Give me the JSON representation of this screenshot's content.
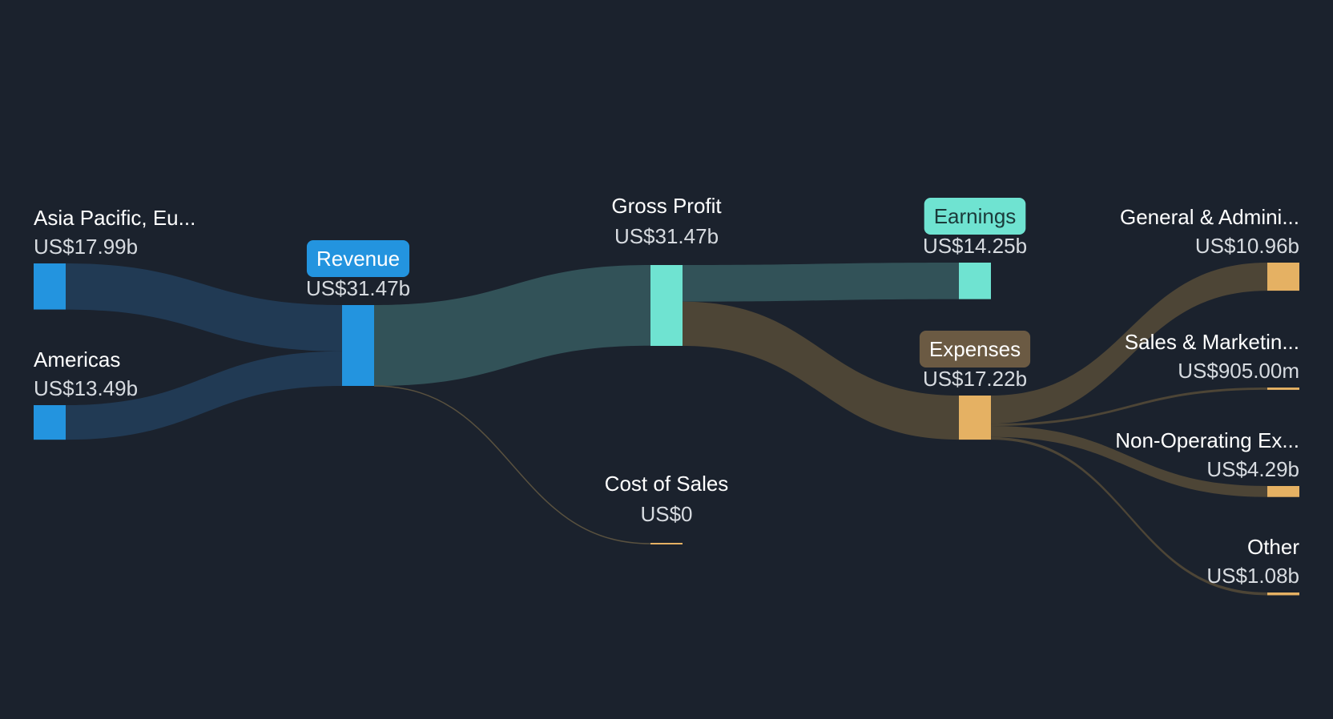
{
  "chart_data": {
    "type": "sankey",
    "currency_prefix": "US$",
    "colors": {
      "background": "#1b222d",
      "revenue": "#2394df",
      "revenue_link": "#213a54",
      "profit": "#6fe3d1",
      "profit_link": "#325258",
      "expense": "#e5b163",
      "expense_link": "#4d4536",
      "expense_pill": "#6b5a43",
      "cost_link": "#59513f"
    },
    "nodes": [
      {
        "id": "asia",
        "name": "Asia Pacific, Eu...",
        "value": "US$17.99b",
        "amount_b": 17.99,
        "kind": "revenue"
      },
      {
        "id": "americas",
        "name": "Americas",
        "value": "US$13.49b",
        "amount_b": 13.49,
        "kind": "revenue"
      },
      {
        "id": "revenue",
        "name": "Revenue",
        "value": "US$31.47b",
        "amount_b": 31.47,
        "kind": "revenue",
        "pill": true
      },
      {
        "id": "gross_profit",
        "name": "Gross Profit",
        "value": "US$31.47b",
        "amount_b": 31.47,
        "kind": "profit"
      },
      {
        "id": "cost_of_sales",
        "name": "Cost of Sales",
        "value": "US$0",
        "amount_b": 0,
        "kind": "expense"
      },
      {
        "id": "earnings",
        "name": "Earnings",
        "value": "US$14.25b",
        "amount_b": 14.25,
        "kind": "profit",
        "pill": true
      },
      {
        "id": "expenses",
        "name": "Expenses",
        "value": "US$17.22b",
        "amount_b": 17.22,
        "kind": "expense",
        "pill": true
      },
      {
        "id": "ga",
        "name": "General & Admini...",
        "value": "US$10.96b",
        "amount_b": 10.96,
        "kind": "expense"
      },
      {
        "id": "sm",
        "name": "Sales & Marketin...",
        "value": "US$905.00m",
        "amount_b": 0.905,
        "kind": "expense"
      },
      {
        "id": "nonop",
        "name": "Non-Operating Ex...",
        "value": "US$4.29b",
        "amount_b": 4.29,
        "kind": "expense"
      },
      {
        "id": "other",
        "name": "Other",
        "value": "US$1.08b",
        "amount_b": 1.08,
        "kind": "expense"
      }
    ],
    "links": [
      {
        "source": "asia",
        "target": "revenue",
        "value_b": 17.99
      },
      {
        "source": "americas",
        "target": "revenue",
        "value_b": 13.49
      },
      {
        "source": "revenue",
        "target": "gross_profit",
        "value_b": 31.47
      },
      {
        "source": "revenue",
        "target": "cost_of_sales",
        "value_b": 0
      },
      {
        "source": "gross_profit",
        "target": "earnings",
        "value_b": 14.25
      },
      {
        "source": "gross_profit",
        "target": "expenses",
        "value_b": 17.22
      },
      {
        "source": "expenses",
        "target": "ga",
        "value_b": 10.96
      },
      {
        "source": "expenses",
        "target": "sm",
        "value_b": 0.905
      },
      {
        "source": "expenses",
        "target": "nonop",
        "value_b": 4.29
      },
      {
        "source": "expenses",
        "target": "other",
        "value_b": 1.08
      }
    ]
  }
}
